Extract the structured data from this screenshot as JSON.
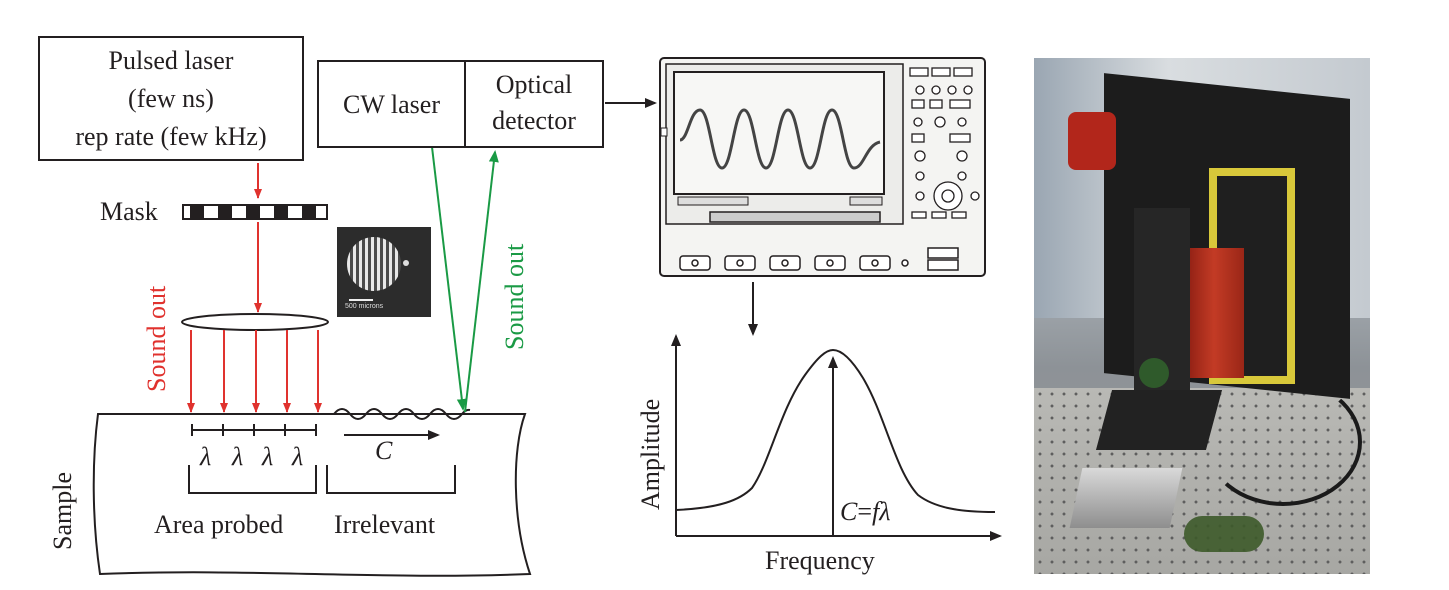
{
  "pulsed_laser": {
    "line1": "Pulsed laser",
    "line2": "(few ns)",
    "line3": "rep rate (few kHz)"
  },
  "cw_laser": {
    "label": "CW laser"
  },
  "optical_detector": {
    "line1": "Optical",
    "line2": "detector"
  },
  "mask": {
    "label": "Mask"
  },
  "sound_out_red": {
    "label": "Sound out",
    "color": "#e0322e"
  },
  "sound_out_green": {
    "label": "Sound out",
    "color": "#1a9a45"
  },
  "sample": {
    "label": "Sample"
  },
  "wavelength_marks": [
    "λ",
    "λ",
    "λ",
    "λ"
  ],
  "velocity_symbol": "C",
  "area_probed": {
    "label": "Area probed"
  },
  "irrelevant": {
    "label": "Irrelevant"
  },
  "inset_scale_text": "500 microns",
  "spectrum": {
    "ylabel": "Amplitude",
    "xlabel": "Frequency",
    "peak_label_C": "C",
    "peak_label_eq": "=",
    "peak_label_f": "f",
    "peak_label_lambda": "λ"
  },
  "colors": {
    "ink": "#231f20",
    "pump": "#e0322e",
    "probe": "#1a9a45"
  }
}
